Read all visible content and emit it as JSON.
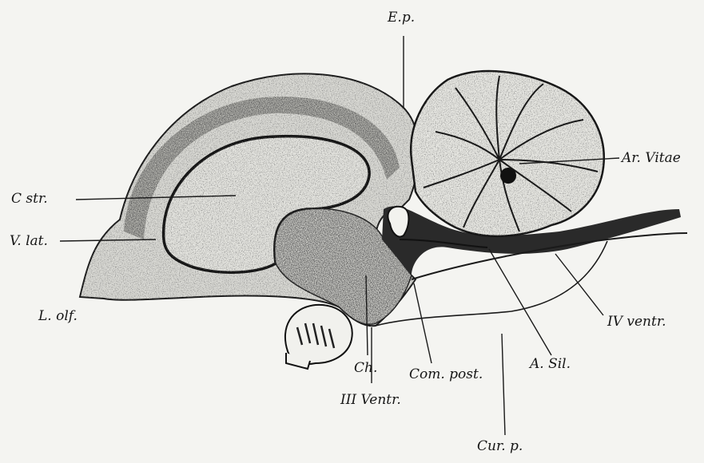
{
  "labels": {
    "ep": "E.p.",
    "ar_vitae": "Ar. Vitae",
    "c_str": "C str.",
    "v_lat": "V. lat.",
    "l_olf": "L. olf.",
    "iv_ventr": "IV ventr.",
    "a_sil": "A. Sil.",
    "ch": "Ch.",
    "com_post": "Com. post.",
    "iii_ventr": "III Ventr.",
    "cur_p": "Cur. p."
  }
}
